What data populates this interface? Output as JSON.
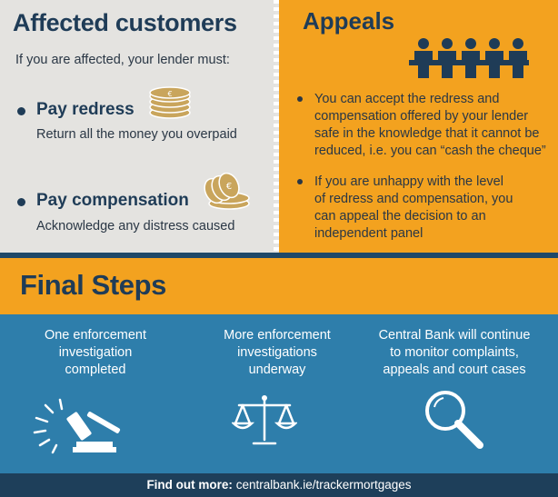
{
  "affected": {
    "title": "Affected customers",
    "intro": "If you are affected, your lender must:",
    "items": [
      {
        "title": "Pay redress",
        "subtitle": "Return all the money you overpaid",
        "icon": "coin-stack-icon"
      },
      {
        "title": "Pay compensation",
        "subtitle": "Acknowledge any distress caused",
        "icon": "coins-icon"
      }
    ]
  },
  "appeals": {
    "title": "Appeals",
    "icon": "panel-people-icon",
    "bullets": [
      [
        "You can accept the redress and",
        "compensation offered by your lender",
        "safe in the knowledge that it cannot be",
        "reduced, i.e.  you can “cash the cheque”"
      ],
      [
        "If you are unhappy with the level",
        "of redress and compensation, you",
        "can appeal the decision to an",
        "independent panel"
      ]
    ]
  },
  "final_steps": {
    "title": "Final Steps",
    "columns": [
      {
        "lines": [
          "One enforcement",
          "investigation",
          "completed"
        ],
        "icon": "gavel-icon"
      },
      {
        "lines": [
          "More enforcement",
          "investigations",
          "underway"
        ],
        "icon": "scales-icon"
      },
      {
        "lines": [
          "Central Bank will continue",
          "to monitor complaints,",
          "appeals and court cases"
        ],
        "icon": "magnifier-icon"
      }
    ]
  },
  "footer": {
    "label": "Find out more:",
    "url": "centralbank.ie/trackermortgages"
  },
  "colors": {
    "navy": "#1f3c57",
    "orange": "#f3a21f",
    "blue": "#2e7eab",
    "footer": "#1e3f5a",
    "coin": "#c9a55c"
  }
}
